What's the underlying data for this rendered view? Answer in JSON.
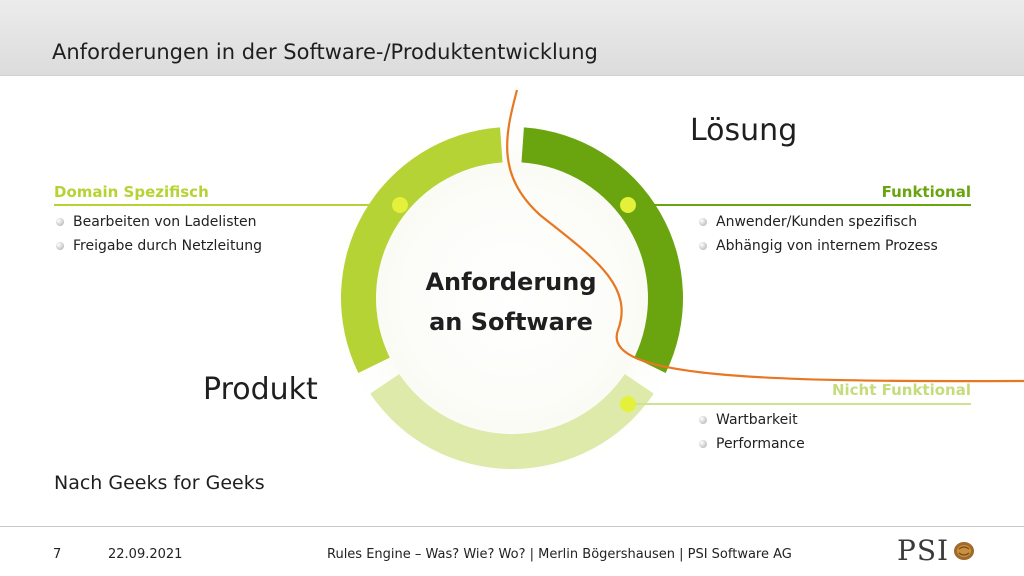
{
  "slide": {
    "title": "Anforderungen in der Software-/Produktentwicklung",
    "page_number": "7",
    "date": "22.09.2021",
    "footer": "Rules Engine – Was? Wie? Wo? | Merlin Bögershausen | PSI Software AG",
    "logo_text": "PSI",
    "source_note": "Nach Geeks for Geeks"
  },
  "diagram": {
    "center_line1": "Anforderung",
    "center_line2": "an Software",
    "label_loesung": "Lösung",
    "label_produkt": "Produkt",
    "sections": {
      "domain": {
        "label": "Domain Spezifisch",
        "color": "#b5d334",
        "items": [
          "Bearbeiten von Ladelisten",
          "Freigabe durch Netzleitung"
        ]
      },
      "funktional": {
        "label": "Funktional",
        "color": "#6aa40e",
        "items": [
          "Anwender/Kunden spezifisch",
          "Abhängig von internem Prozess"
        ]
      },
      "nicht_funktional": {
        "label": "Nicht Funktional",
        "color": "#cfe38f",
        "items": [
          "Wartbarkeit",
          "Performance"
        ]
      }
    },
    "colors": {
      "divider_curve": "#e87722",
      "connector_dot": "#e4f03a"
    }
  }
}
